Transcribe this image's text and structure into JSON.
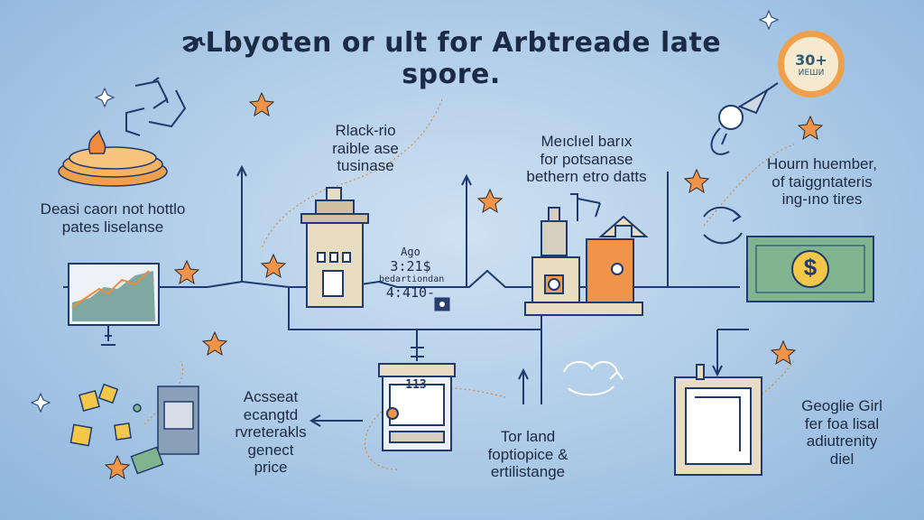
{
  "title": "ɚLbyoten or ult for Arbtreade late spore.",
  "badge": {
    "big": "30+",
    "small": "ИЕШИ"
  },
  "labels": {
    "top_left": [
      "Deasi caorı not hottlo",
      "pates liselanse"
    ],
    "upper_mid_left": [
      "Rlack-rio",
      "raible ase",
      "tusinase"
    ],
    "upper_mid_right": [
      "Meıclıel barıx",
      "for potsanase",
      "bethern etro datts"
    ],
    "top_right": [
      "Hourn huember,",
      "of taiggntateris",
      "ing-ıno tires"
    ],
    "bottom_left": [
      "Acsseat",
      "ecangtd",
      "rvreterakls",
      "genect",
      "price"
    ],
    "bottom_mid": [
      "Tor land",
      "foptiopice &",
      "ertilistange"
    ],
    "bottom_right": [
      "Geoglie Girl",
      "fer foa lisal",
      "adiutrenity",
      "diel"
    ]
  },
  "notes": {
    "line1": "Ago",
    "line2": "3:21$",
    "line3": "bedartiondan",
    "line4": "4:410-"
  },
  "board_number": "113",
  "money_symbol": "$",
  "colors": {
    "accent": "#f0a04a",
    "line": "#1f3a6e",
    "money": "#7fb48f"
  }
}
